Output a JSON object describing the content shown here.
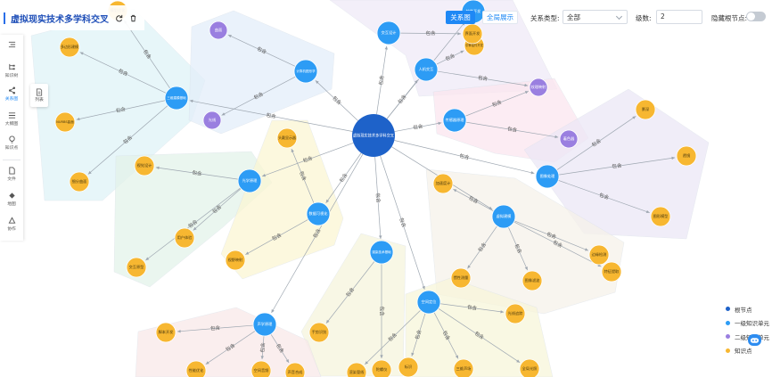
{
  "app": {
    "title": "虚拟现实技术多学科交叉"
  },
  "toolbar": {
    "view_graph_label": "关系图",
    "view_full_label": "全局展示",
    "relation_type_label": "关系类型:",
    "relation_type_value": "全部",
    "level_label": "级数:",
    "level_value": "2",
    "hide_root_label": "隐藏根节点:",
    "hide_root_on": false
  },
  "sidebar": {
    "items": [
      {
        "label": "",
        "icon": "collapse-icon"
      },
      {
        "label": "知识树",
        "icon": "tree-icon"
      },
      {
        "label": "关系图",
        "icon": "share-graph-icon"
      },
      {
        "label": "大纲图",
        "icon": "outline-icon"
      },
      {
        "label": "知识点",
        "icon": "bulb-icon"
      },
      {
        "label": "文件",
        "icon": "file-icon"
      },
      {
        "label": "地图",
        "icon": "map-icon"
      },
      {
        "label": "协作",
        "icon": "team-icon"
      }
    ],
    "flyout_label": "列表"
  },
  "legend": {
    "items": [
      {
        "label": "根节点",
        "color": "#1e62c9"
      },
      {
        "label": "一级知识单元",
        "color": "#2d9cf5"
      },
      {
        "label": "二级知识单元",
        "color": "#9a7fe0"
      },
      {
        "label": "知识点",
        "color": "#f7b731"
      }
    ]
  },
  "graph": {
    "edge_label": "包含",
    "root": {
      "id": "r",
      "label": "虚拟现实技术多学科交叉"
    },
    "level1": [
      {
        "id": "a1",
        "label": "三维建模基础"
      },
      {
        "id": "a2",
        "label": "计算机图形学"
      },
      {
        "id": "a3",
        "label": "交互设计"
      },
      {
        "id": "a4",
        "label": "人机交互"
      },
      {
        "id": "a5",
        "label": "传感器原理"
      },
      {
        "id": "a6",
        "label": "图像处理"
      },
      {
        "id": "a7",
        "label": "虚拟建模"
      },
      {
        "id": "a8",
        "label": "光学原理"
      },
      {
        "id": "a9",
        "label": "数据可视化"
      },
      {
        "id": "a10",
        "label": "渲染技术基础"
      },
      {
        "id": "a11",
        "label": "空间定位"
      },
      {
        "id": "a12",
        "label": "声学原理"
      },
      {
        "id": "a13",
        "label": "软件开发"
      }
    ],
    "level2": [
      {
        "id": "b1",
        "label": "曲面"
      },
      {
        "id": "b2",
        "label": "光线"
      },
      {
        "id": "b3",
        "label": "纹理映射"
      },
      {
        "id": "b4",
        "label": "着色器"
      }
    ],
    "points": [
      {
        "id": "p1",
        "label": "多边形建模"
      },
      {
        "id": "p2",
        "label": "NURBS曲面"
      },
      {
        "id": "p3",
        "label": "细分曲面"
      },
      {
        "id": "p4",
        "label": "模型优化"
      },
      {
        "id": "p5",
        "label": "视觉设计"
      },
      {
        "id": "p6",
        "label": "用户体验"
      },
      {
        "id": "p7",
        "label": "交互原型"
      },
      {
        "id": "p8",
        "label": "头戴显示器"
      },
      {
        "id": "p9",
        "label": "视野映射"
      },
      {
        "id": "p10",
        "label": "手势识别"
      },
      {
        "id": "p11",
        "label": "陀螺仪"
      },
      {
        "id": "p12",
        "label": "加速度计"
      },
      {
        "id": "p13",
        "label": "惯性测量"
      },
      {
        "id": "p14",
        "label": "图像滤波"
      },
      {
        "id": "p15",
        "label": "边缘检测"
      },
      {
        "id": "p16",
        "label": "特征提取"
      },
      {
        "id": "p17",
        "label": "景深"
      },
      {
        "id": "p18",
        "label": "透镜"
      },
      {
        "id": "p19",
        "label": "图形模型"
      },
      {
        "id": "p20",
        "label": "光线追踪"
      },
      {
        "id": "p21",
        "label": "全局光照"
      },
      {
        "id": "p22",
        "label": "三维声场"
      },
      {
        "id": "p23",
        "label": "脚本开发"
      },
      {
        "id": "p24",
        "label": "引擎插件开发"
      },
      {
        "id": "p25",
        "label": "界面开发"
      },
      {
        "id": "p26",
        "label": "性能优化"
      },
      {
        "id": "p27",
        "label": "空间音频"
      },
      {
        "id": "p28",
        "label": "声音合成"
      },
      {
        "id": "p29",
        "label": "标识"
      },
      {
        "id": "p30",
        "label": "渲染管线"
      }
    ]
  }
}
